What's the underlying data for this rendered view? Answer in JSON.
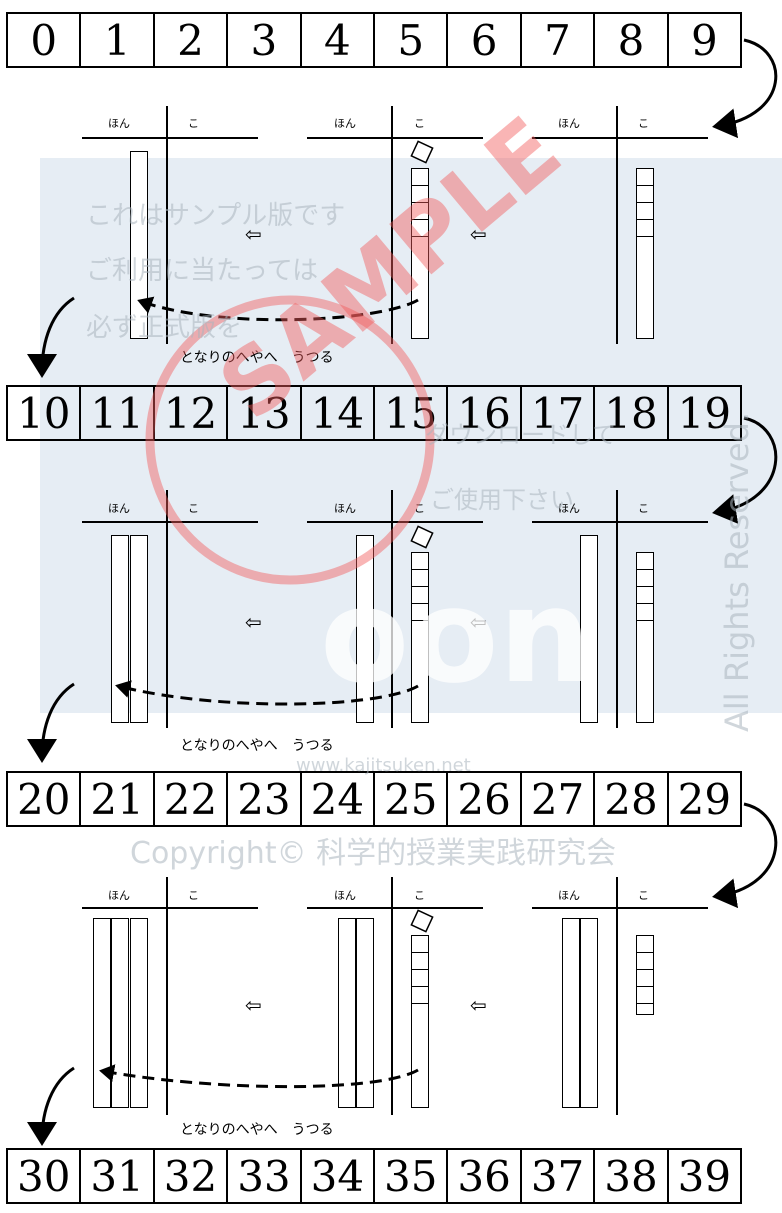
{
  "rows": [
    [
      "0",
      "1",
      "2",
      "3",
      "4",
      "5",
      "6",
      "7",
      "8",
      "9"
    ],
    [
      "10",
      "11",
      "12",
      "13",
      "14",
      "15",
      "16",
      "17",
      "18",
      "19"
    ],
    [
      "20",
      "21",
      "22",
      "23",
      "24",
      "25",
      "26",
      "27",
      "28",
      "29"
    ],
    [
      "30",
      "31",
      "32",
      "33",
      "34",
      "35",
      "36",
      "37",
      "38",
      "39"
    ]
  ],
  "labels": {
    "hon": "ほん",
    "ko": "こ"
  },
  "move_text": "となりのへやへ　うつる",
  "watermark": {
    "sample_lines": [
      "これはサンプル版です",
      "ご利用に当たっては",
      "必ず正式版を"
    ],
    "download_line": "ダウンロードして",
    "use_line": "ご使用下さい",
    "stamp": "SAMPLE",
    "copyright": "Copyright© 科学的授業実践研究会",
    "url": "www.kajitsuken.net",
    "rights": "All Rights Reserved.",
    "big_logo": "oon"
  },
  "arrow_glyph": "⇦",
  "colors": {
    "stamp": "#f25a5a",
    "panel": "#e6edf4",
    "ink": "#000000"
  }
}
